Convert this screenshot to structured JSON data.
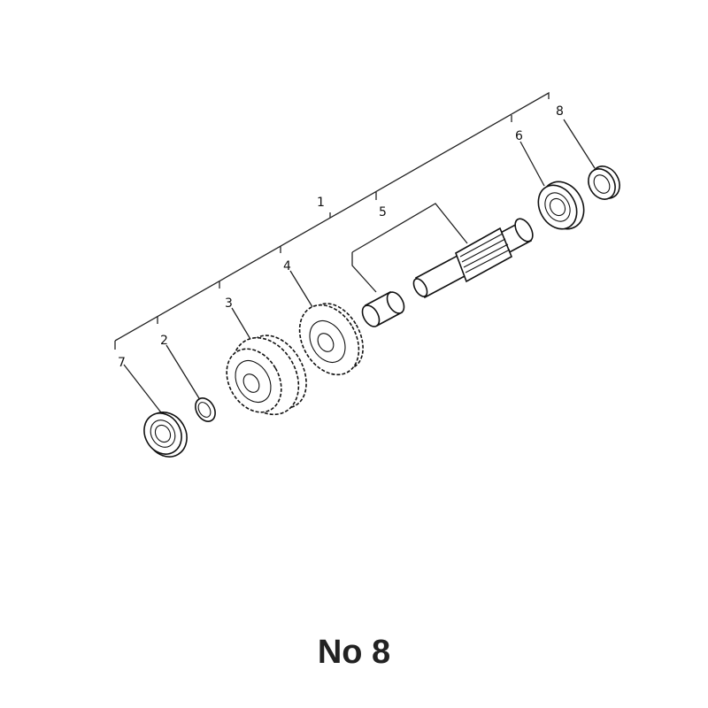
{
  "diagram": {
    "callouts": {
      "c1": "1",
      "c2": "2",
      "c3": "3",
      "c4": "4",
      "c5": "5",
      "c6": "6",
      "c7": "7",
      "c8": "8"
    }
  },
  "caption": "No 8"
}
